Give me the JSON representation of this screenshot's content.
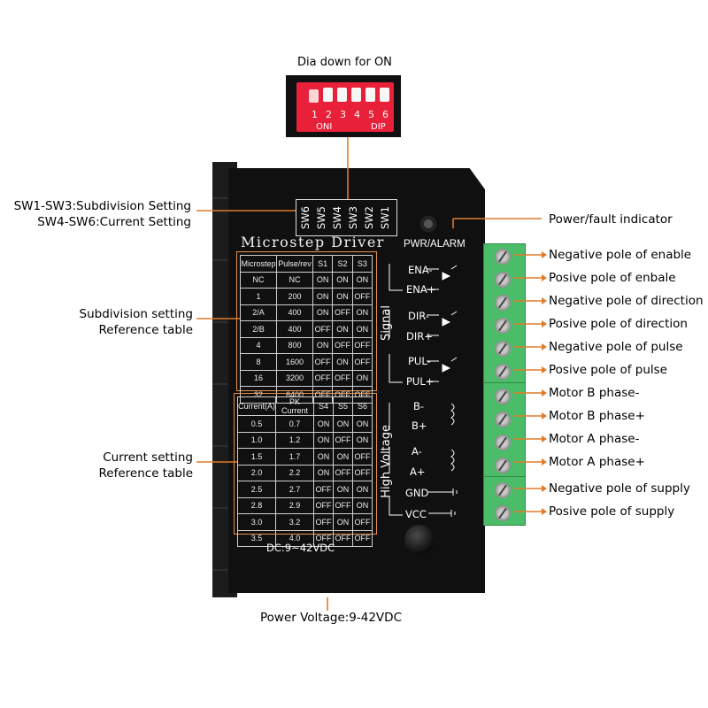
{
  "dip_caption": "Dia down for ON",
  "dip": {
    "numbers": [
      "1",
      "2",
      "3",
      "4",
      "5",
      "6"
    ],
    "on_label": "ONI",
    "dip_label": "DIP"
  },
  "left_callouts": {
    "sw_line1": "SW1-SW3:Subdivision Setting",
    "sw_line2": "SW4-SW6:Current Setting",
    "subdivision_line1": "Subdivision setting",
    "subdivision_line2": "Reference table",
    "current_line1": "Current setting",
    "current_line2": "Reference table"
  },
  "bottom_callout": "Power Voltage:9-42VDC",
  "driver": {
    "title": "Microstep Driver",
    "switch_labels": [
      "SW6",
      "SW5",
      "SW4",
      "SW3",
      "SW2",
      "SW1"
    ],
    "pwr_alarm": "PWR/ALARM",
    "dc_label": "DC:9~42VDC",
    "signal_label": "Signal",
    "high_voltage_label": "High Voltage",
    "terminals": [
      "ENA-",
      "ENA+",
      "DIR-",
      "DIR+",
      "PUL-",
      "PUL+",
      "B-",
      "B+",
      "A-",
      "A+",
      "GND",
      "VCC"
    ]
  },
  "subdivision_table": {
    "headers": [
      "Microstep",
      "Pulse/rev",
      "S1",
      "S2",
      "S3"
    ],
    "rows": [
      [
        "NC",
        "NC",
        "ON",
        "ON",
        "ON"
      ],
      [
        "1",
        "200",
        "ON",
        "ON",
        "OFF"
      ],
      [
        "2/A",
        "400",
        "ON",
        "OFF",
        "ON"
      ],
      [
        "2/B",
        "400",
        "OFF",
        "ON",
        "ON"
      ],
      [
        "4",
        "800",
        "ON",
        "OFF",
        "OFF"
      ],
      [
        "8",
        "1600",
        "OFF",
        "ON",
        "OFF"
      ],
      [
        "16",
        "3200",
        "OFF",
        "OFF",
        "ON"
      ],
      [
        "32",
        "6400",
        "OFF",
        "OFF",
        "OFF"
      ]
    ]
  },
  "current_table": {
    "headers": [
      "Current(A)",
      "PK Current",
      "S4",
      "S5",
      "S6"
    ],
    "rows": [
      [
        "0.5",
        "0.7",
        "ON",
        "ON",
        "ON"
      ],
      [
        "1.0",
        "1.2",
        "ON",
        "OFF",
        "ON"
      ],
      [
        "1.5",
        "1.7",
        "ON",
        "ON",
        "OFF"
      ],
      [
        "2.0",
        "2.2",
        "ON",
        "OFF",
        "OFF"
      ],
      [
        "2.5",
        "2.7",
        "OFF",
        "ON",
        "ON"
      ],
      [
        "2.8",
        "2.9",
        "OFF",
        "OFF",
        "ON"
      ],
      [
        "3.0",
        "3.2",
        "OFF",
        "ON",
        "OFF"
      ],
      [
        "3.5",
        "4.0",
        "OFF",
        "OFF",
        "OFF"
      ]
    ]
  },
  "right_callouts": [
    "Power/fault indicator",
    "Negative pole of enable",
    "Posive pole of enbale",
    "Negative pole of direction",
    "Posive pole of direction",
    "Negative pole of pulse",
    "Posive pole of pulse",
    "Motor B phase-",
    "Motor B phase+",
    "Motor A phase-",
    "Motor A phase+",
    "Negative pole of supply",
    "Posive pole of supply"
  ],
  "colors": {
    "leader": "#e07b2a",
    "table_outline": "#e8924a",
    "terminal": "#4bbd68",
    "dip": "#e8203a"
  }
}
